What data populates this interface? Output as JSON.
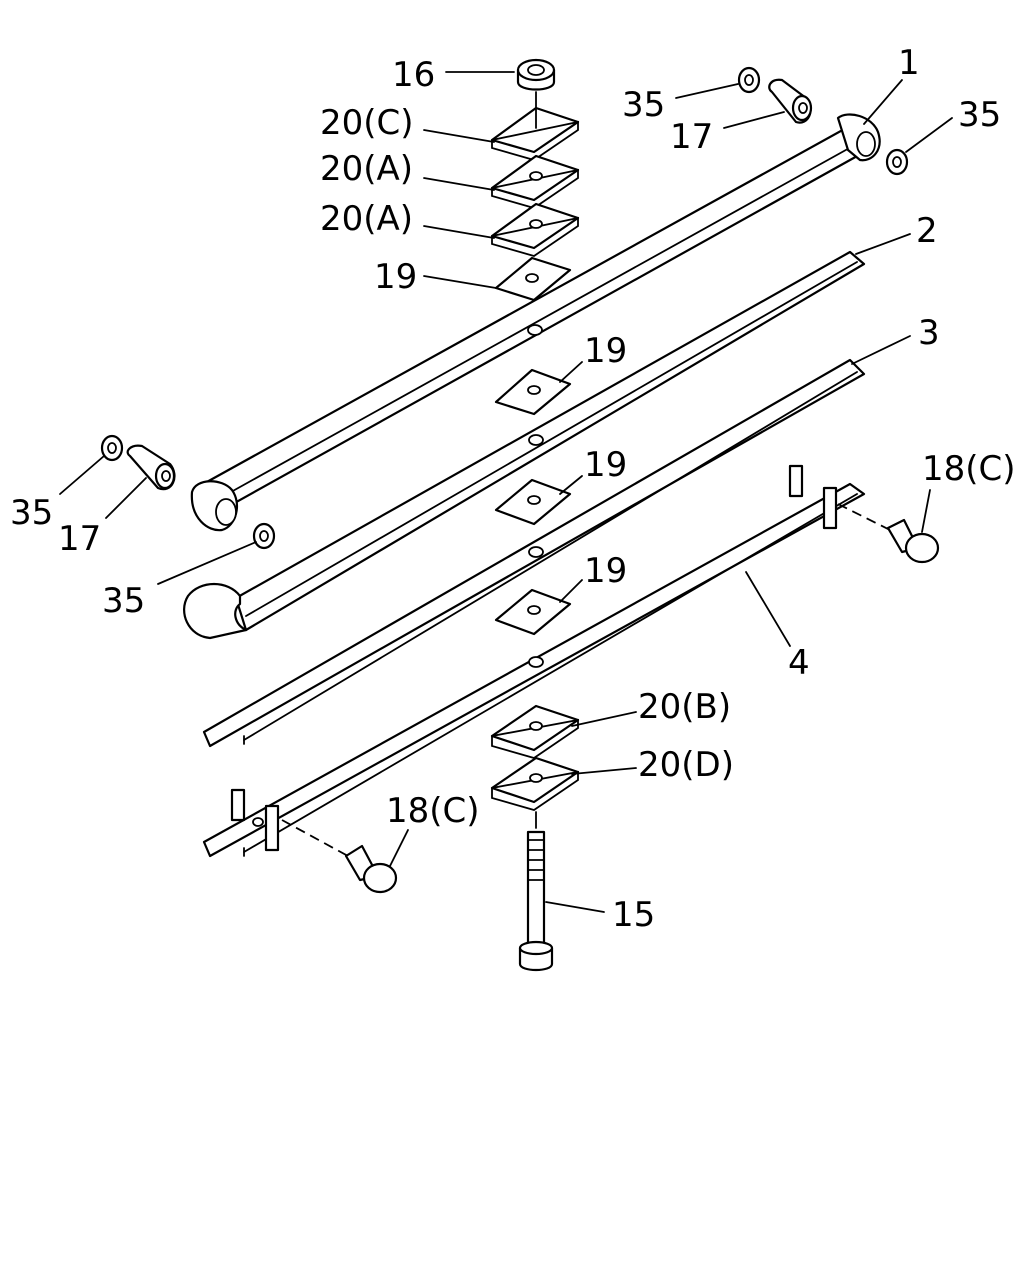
{
  "diagram": {
    "callouts": [
      {
        "id": "16",
        "text": "16"
      },
      {
        "id": "20c_top",
        "text": "20(C)"
      },
      {
        "id": "20a_1",
        "text": "20(A)"
      },
      {
        "id": "20a_2",
        "text": "20(A)"
      },
      {
        "id": "19_top",
        "text": "19"
      },
      {
        "id": "35_top_mid",
        "text": "35"
      },
      {
        "id": "17_top",
        "text": "17"
      },
      {
        "id": "1",
        "text": "1"
      },
      {
        "id": "35_top_right",
        "text": "35"
      },
      {
        "id": "2",
        "text": "2"
      },
      {
        "id": "3",
        "text": "3"
      },
      {
        "id": "19_a",
        "text": "19"
      },
      {
        "id": "19_b",
        "text": "19"
      },
      {
        "id": "19_c",
        "text": "19"
      },
      {
        "id": "35_left",
        "text": "35"
      },
      {
        "id": "17_left",
        "text": "17"
      },
      {
        "id": "35_mid_left",
        "text": "35"
      },
      {
        "id": "18c_right",
        "text": "18(C)"
      },
      {
        "id": "4",
        "text": "4"
      },
      {
        "id": "20b",
        "text": "20(B)"
      },
      {
        "id": "20d",
        "text": "20(D)"
      },
      {
        "id": "18c_left",
        "text": "18(C)"
      },
      {
        "id": "15",
        "text": "15"
      }
    ]
  }
}
